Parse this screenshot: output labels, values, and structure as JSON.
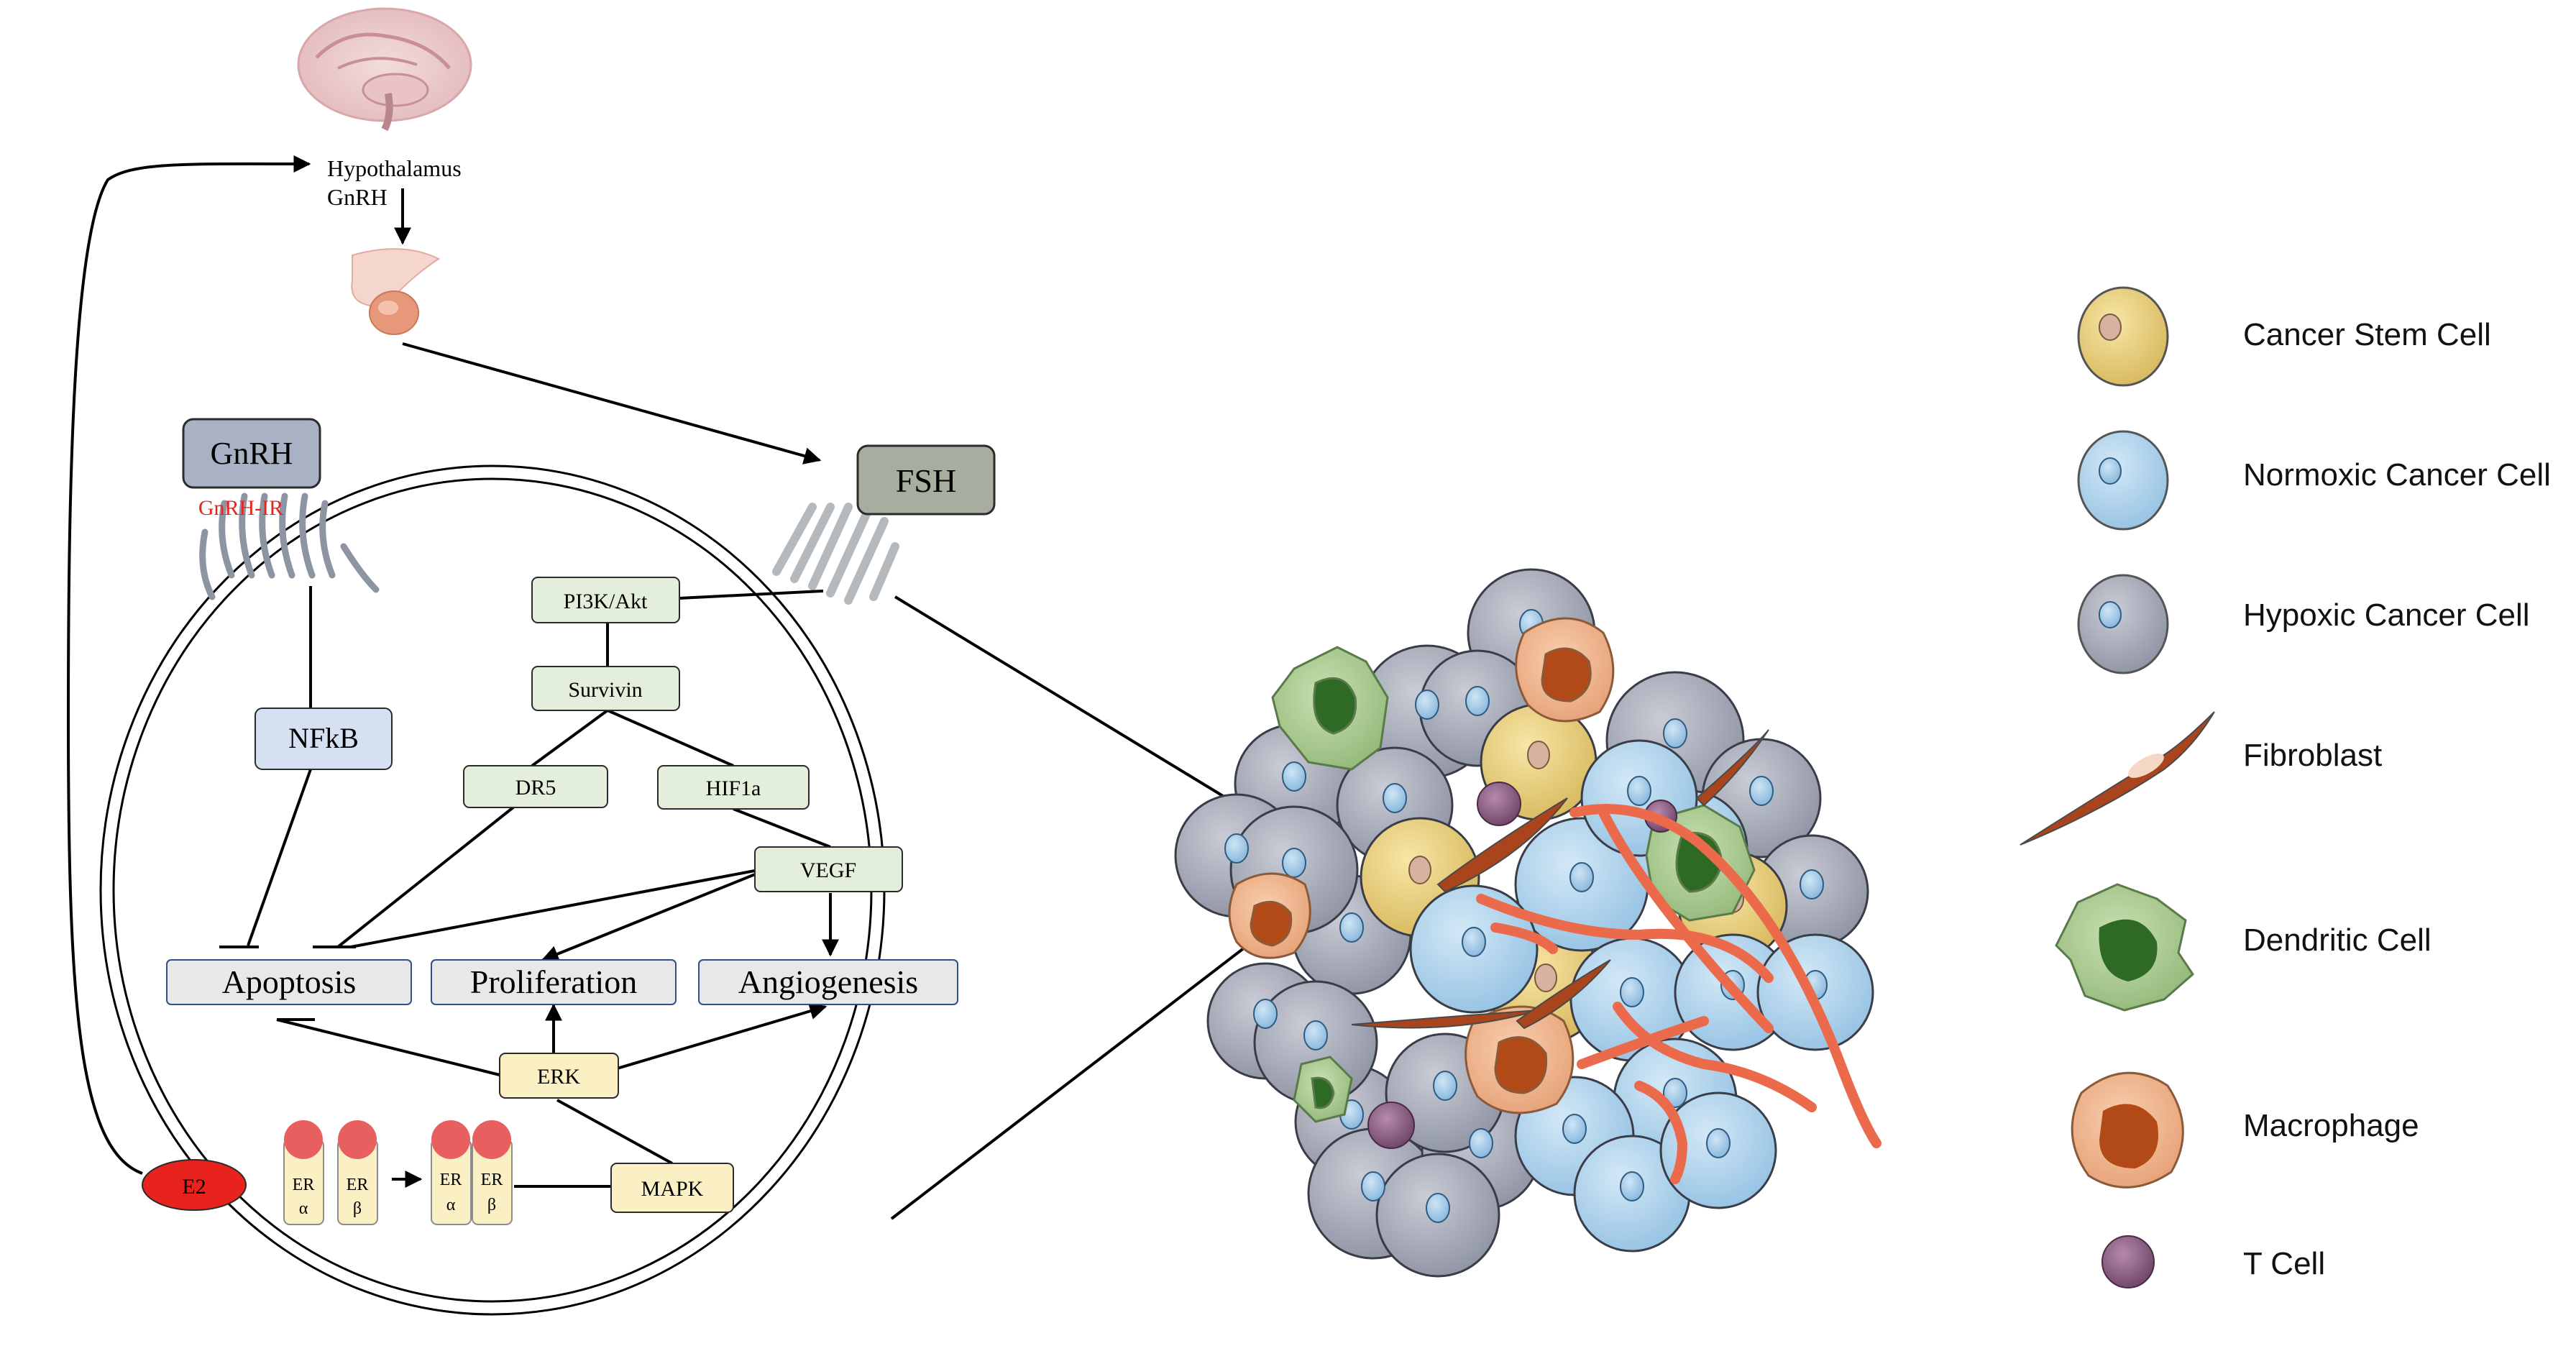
{
  "top": {
    "hypothalamus_label": "Hypothalamus",
    "gnrh_label": "GnRH"
  },
  "boxes": {
    "gnrh": "GnRH",
    "gnrh_receptor": "GnRH-IR",
    "fsh": "FSH",
    "pi3k": "PI3K/Akt",
    "survivin": "Survivin",
    "nfkb": "NFkB",
    "dr5": "DR5",
    "hif1a": "HIF1a",
    "vegf": "VEGF",
    "apoptosis": "Apoptosis",
    "proliferation": "Proliferation",
    "angiogenesis": "Angiogenesis",
    "erk": "ERK",
    "mapk": "MAPK",
    "e2": "E2"
  },
  "receptors": {
    "er_a_top": "ER",
    "er_a_bottom": "α",
    "er_b_top": "ER",
    "er_b_bottom": "β"
  },
  "legend": [
    {
      "label": "Cancer Stem Cell",
      "icon": "cancer-stem-cell-icon"
    },
    {
      "label": "Normoxic Cancer Cell",
      "icon": "normoxic-cancer-cell-icon"
    },
    {
      "label": "Hypoxic Cancer Cell",
      "icon": "hypoxic-cancer-cell-icon"
    },
    {
      "label": "Fibroblast",
      "icon": "fibroblast-icon"
    },
    {
      "label": "Dendritic Cell",
      "icon": "dendritic-cell-icon"
    },
    {
      "label": "Macrophage",
      "icon": "macrophage-icon"
    },
    {
      "label": "T Cell",
      "icon": "t-cell-icon"
    }
  ],
  "colors": {
    "gnrh_box": "#a9b1c4",
    "fsh_box": "#a8ae9f",
    "pathway_green": "#e3efdb",
    "nfkb_blue": "#d6e0f3",
    "outcome_grey": "#e8e8e8",
    "erk_yellow": "#fbefc4",
    "e2_red": "#e8231e",
    "stem_cell": "#e6ce7c",
    "normoxic": "#aed3ec",
    "hypoxic": "#a7abb7",
    "fibroblast": "#a9441d",
    "dendritic": "#a9c98e",
    "macrophage": "#f0b78f",
    "t_cell": "#8e6485",
    "vessel": "#ec6a4c"
  }
}
